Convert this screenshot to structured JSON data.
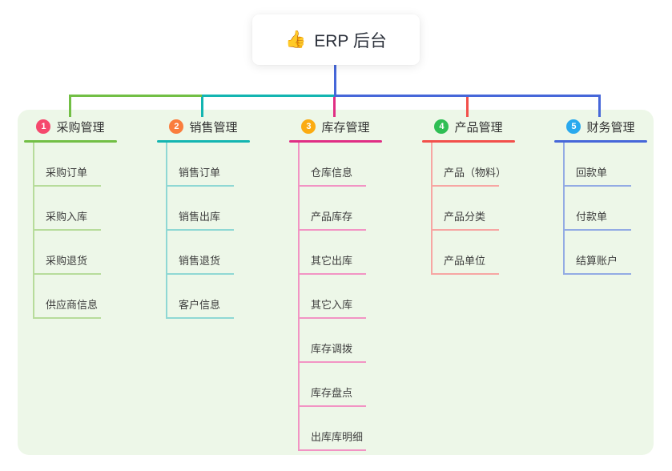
{
  "root": {
    "icon": "👍",
    "title": "ERP 后台"
  },
  "colors": {
    "canvas_bg": "#ffffff",
    "panel_bg": "#edf7e8",
    "root_connector": "#4667d9",
    "text": "#3d3d3d"
  },
  "branches": [
    {
      "number": "1",
      "label": "采购管理",
      "badge_color": "#f5486d",
      "line_color": "#72bf45",
      "child_line_color": "#b7dc9b",
      "children": [
        "采购订单",
        "采购入库",
        "采购退货",
        "供应商信息"
      ]
    },
    {
      "number": "2",
      "label": "销售管理",
      "badge_color": "#fa7d3d",
      "line_color": "#13b5b1",
      "child_line_color": "#8fd8d4",
      "children": [
        "销售订单",
        "销售出库",
        "销售退货",
        "客户信息"
      ]
    },
    {
      "number": "3",
      "label": "库存管理",
      "badge_color": "#fbab11",
      "line_color": "#e02e84",
      "child_line_color": "#f294c4",
      "children": [
        "仓库信息",
        "产品库存",
        "其它出库",
        "其它入库",
        "库存调拨",
        "库存盘点",
        "出库库明细"
      ]
    },
    {
      "number": "4",
      "label": "产品管理",
      "badge_color": "#2fbe54",
      "line_color": "#f2504b",
      "child_line_color": "#f7a6a3",
      "children": [
        "产品（物料）",
        "产品分类",
        "产品单位"
      ]
    },
    {
      "number": "5",
      "label": "财务管理",
      "badge_color": "#29a9ee",
      "line_color": "#4667d9",
      "child_line_color": "#93abe4",
      "children": [
        "回款单",
        "付款单",
        "结算账户"
      ]
    }
  ]
}
